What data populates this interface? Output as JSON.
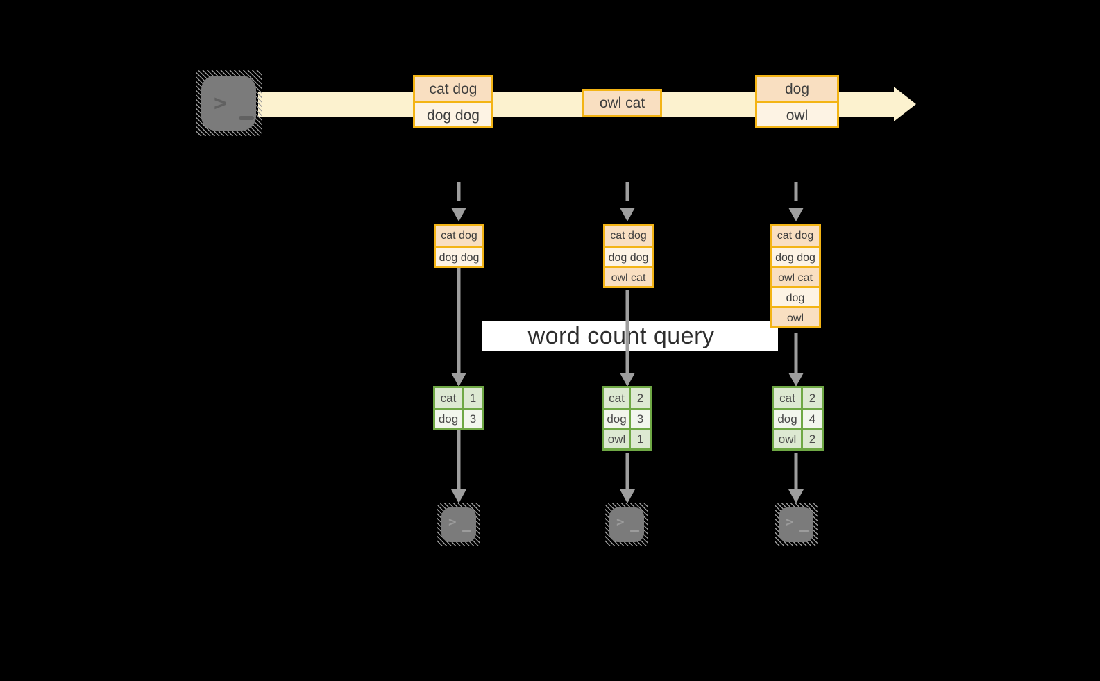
{
  "query_label": "word count query",
  "prompt": {
    "chevron": ">"
  },
  "stream": {
    "source_icon": "terminal",
    "batches": [
      {
        "records": [
          "cat dog",
          "dog dog"
        ]
      },
      {
        "records": [
          "owl cat"
        ]
      },
      {
        "records": [
          "dog",
          "owl"
        ]
      }
    ]
  },
  "micro_batches": [
    {
      "input_records": [
        "cat dog",
        "dog dog"
      ],
      "result_rows": [
        {
          "word": "cat",
          "count": "1"
        },
        {
          "word": "dog",
          "count": "3"
        }
      ]
    },
    {
      "input_records": [
        "cat dog",
        "dog dog",
        "owl cat"
      ],
      "result_rows": [
        {
          "word": "cat",
          "count": "2"
        },
        {
          "word": "dog",
          "count": "3"
        },
        {
          "word": "owl",
          "count": "1"
        }
      ]
    },
    {
      "input_records": [
        "cat dog",
        "dog dog",
        "owl cat",
        "dog",
        "owl"
      ],
      "result_rows": [
        {
          "word": "cat",
          "count": "2"
        },
        {
          "word": "dog",
          "count": "4"
        },
        {
          "word": "owl",
          "count": "2"
        }
      ]
    }
  ],
  "sink_icon": "terminal",
  "colors": {
    "background": "#000000",
    "stream_band": "#fcf2cf",
    "box_border": "#f3b415",
    "box_fill_dark": "#f9dfc1",
    "box_fill_light": "#fdf3e4",
    "table_border": "#6fa845",
    "table_fill_dark": "#dde9d2",
    "table_fill_light": "#f2f6ed",
    "arrow": "#9e9e9e",
    "terminal_fill": "#7b7b7b",
    "query_band_bg": "#ffffff",
    "text_dark": "#3e3e3e",
    "query_text": "#2d2d2d"
  }
}
